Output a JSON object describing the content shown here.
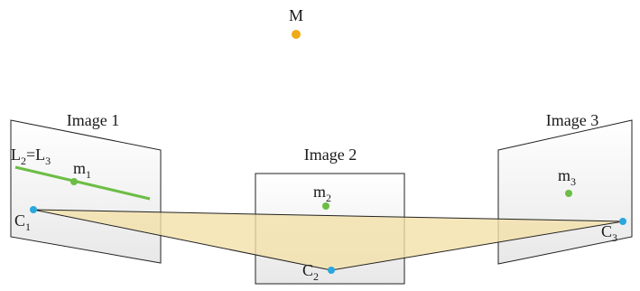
{
  "labels": {
    "point_m": "M",
    "image1": "Image 1",
    "image2": "Image 2",
    "image3": "Image 3",
    "line_label_main": "L",
    "line_label_sub1": "2",
    "line_label_eq": "=L",
    "line_label_sub2": "3",
    "m1_base": "m",
    "m1_sub": "1",
    "m2_base": "m",
    "m2_sub": "2",
    "m3_base": "m",
    "m3_sub": "3",
    "c1_base": "C",
    "c1_sub": "1",
    "c2_base": "C",
    "c2_sub": "2",
    "c3_base": "C",
    "c3_sub": "3"
  },
  "colors": {
    "point_m": "#f0aa16",
    "camera_center": "#2aa7dd",
    "image_point": "#6cbd45",
    "epipolar_line": "#6cbd45",
    "triangle_fill": "#f3e0a8",
    "image_plane_stroke": "#222222",
    "image_plane_fill_top": "#ffffff",
    "image_plane_fill_bottom": "#ebebeb"
  }
}
